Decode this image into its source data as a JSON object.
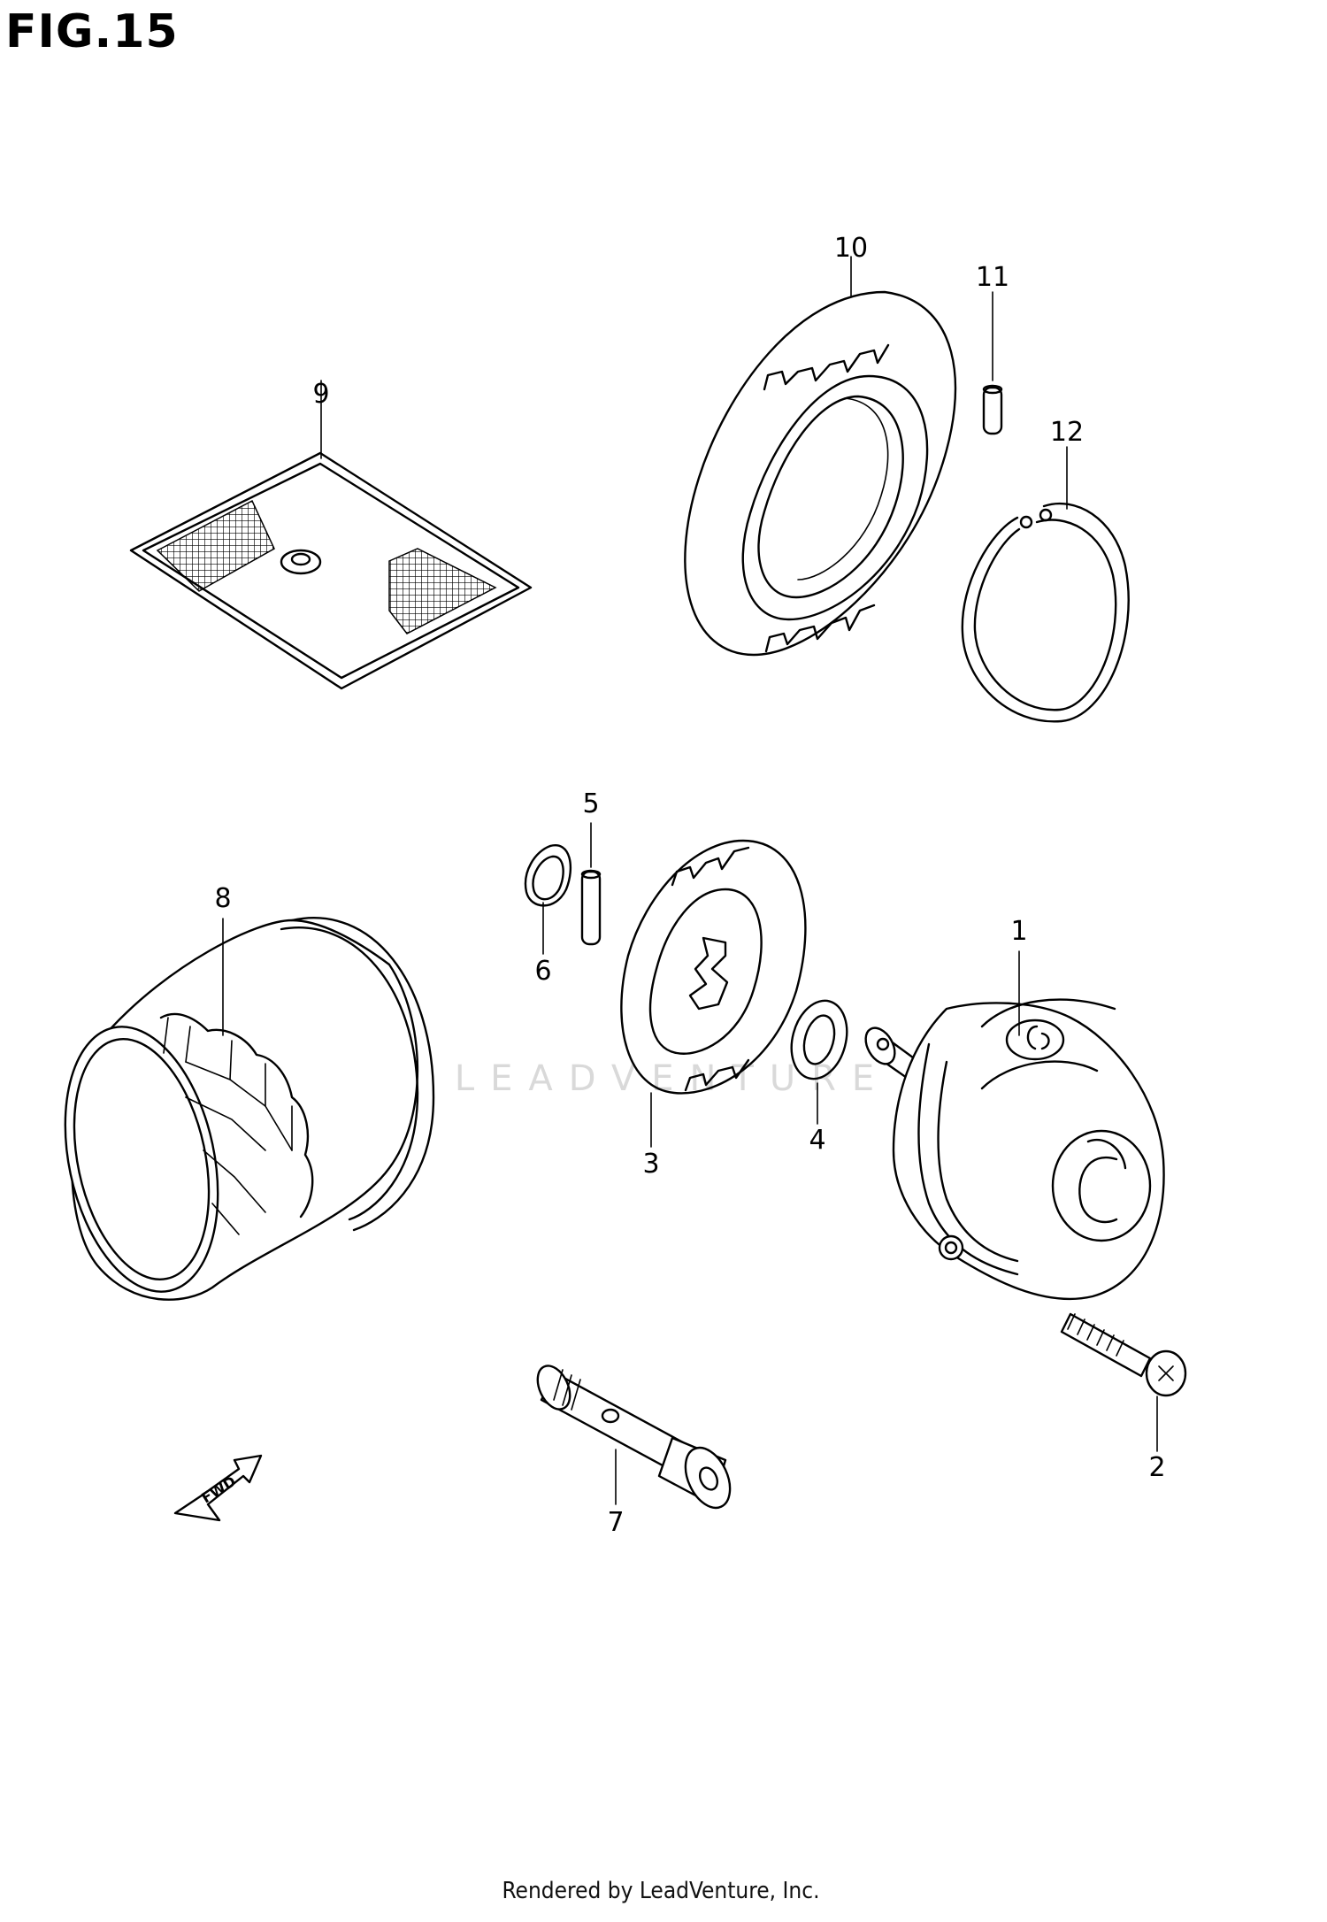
{
  "figure": {
    "title": "FIG.15"
  },
  "callouts": [
    "1",
    "2",
    "3",
    "4",
    "5",
    "6",
    "7",
    "8",
    "9",
    "10",
    "11",
    "12"
  ],
  "fwd_arrow": {
    "label": "FWD"
  },
  "watermark": {
    "text": "LEADVENTURE"
  },
  "footer": {
    "text": "Rendered by LeadVenture, Inc."
  },
  "colors": {
    "line": "#000000",
    "background": "#ffffff",
    "watermark": "#d9d9d9"
  }
}
